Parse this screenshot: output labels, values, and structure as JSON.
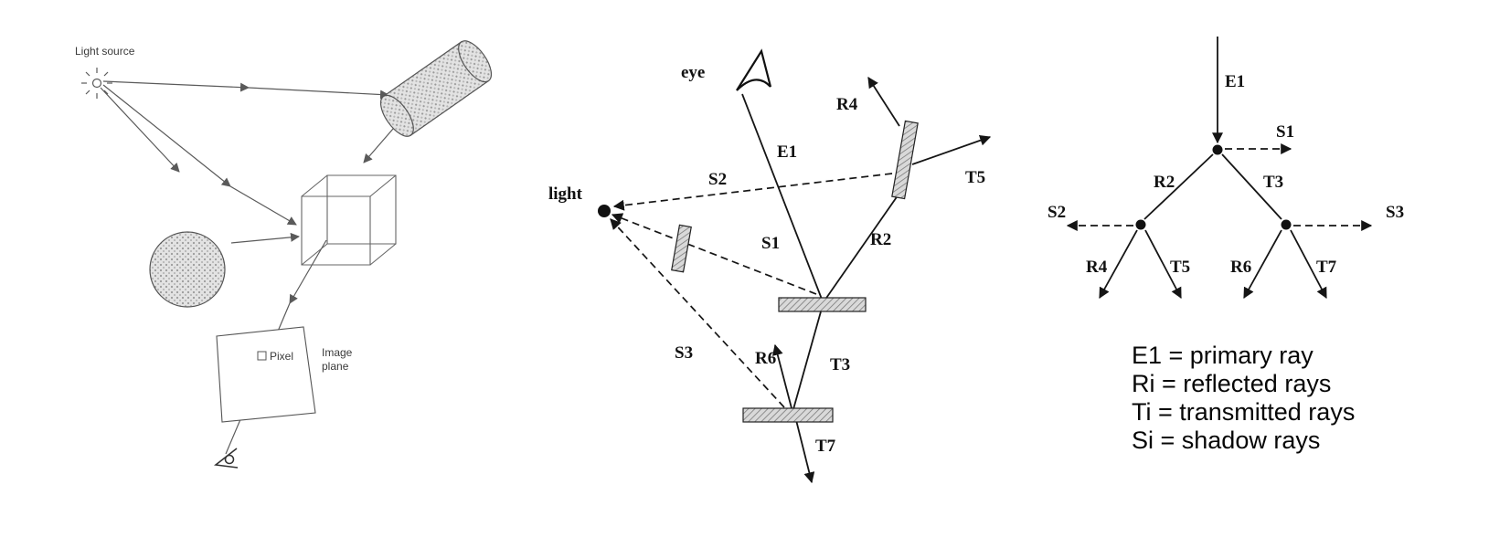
{
  "left_panel": {
    "light_source_label": "Light source",
    "pixel_label": "Pixel",
    "image_plane_label_line1": "Image",
    "image_plane_label_line2": "plane"
  },
  "middle_panel": {
    "eye_label": "eye",
    "light_label": "light",
    "ray_labels": {
      "E1": "E1",
      "R2": "R2",
      "R4": "R4",
      "R6": "R6",
      "T3": "T3",
      "T5": "T5",
      "T7": "T7",
      "S1": "S1",
      "S2": "S2",
      "S3": "S3"
    }
  },
  "tree_panel": {
    "node_labels": {
      "E1": "E1",
      "S1": "S1",
      "S2": "S2",
      "S3": "S3",
      "R2": "R2",
      "T3": "T3",
      "R4": "R4",
      "T5": "T5",
      "R6": "R6",
      "T7": "T7"
    },
    "legend": [
      "E1 = primary ray",
      "Ri = reflected rays",
      "Ti = transmitted rays",
      "Si = shadow rays"
    ]
  },
  "colors": {
    "ink": "#151515",
    "left_ink": "#5a5a5a",
    "surface_fill": "#d9d9d9",
    "background": "#ffffff"
  }
}
